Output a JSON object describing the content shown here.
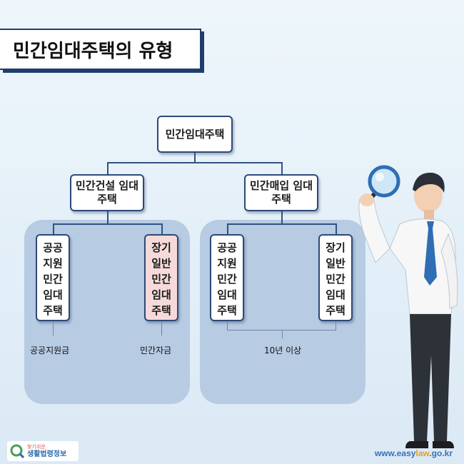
{
  "title": "민간임대주택의 유형",
  "root": {
    "label": "민간임대주택"
  },
  "branches": [
    {
      "label": "민간건설 임대주택",
      "children": [
        {
          "label": "공공지원민간임대주택",
          "highlight": false
        },
        {
          "label": "장기일반민간임대주택",
          "highlight": true
        }
      ],
      "notes": [
        "공공지원금",
        "민간자금"
      ]
    },
    {
      "label": "민간매입 임대주택",
      "children": [
        {
          "label": "공공지원민간임대주택",
          "highlight": false
        },
        {
          "label": "장기일반민간임대주택",
          "highlight": false
        }
      ],
      "notes": [
        "10년 이상"
      ]
    }
  ],
  "footer": {
    "logo_sub": "찾기쉬운",
    "logo_main": "생활법령정보",
    "url_prefix": "www.easy",
    "url_highlight": "law",
    "url_suffix": ".go.kr"
  },
  "colors": {
    "line": "#31527f",
    "panel": "#b7cbe3",
    "highlight_box": "#f6dada",
    "url": "#3a6fb8"
  }
}
